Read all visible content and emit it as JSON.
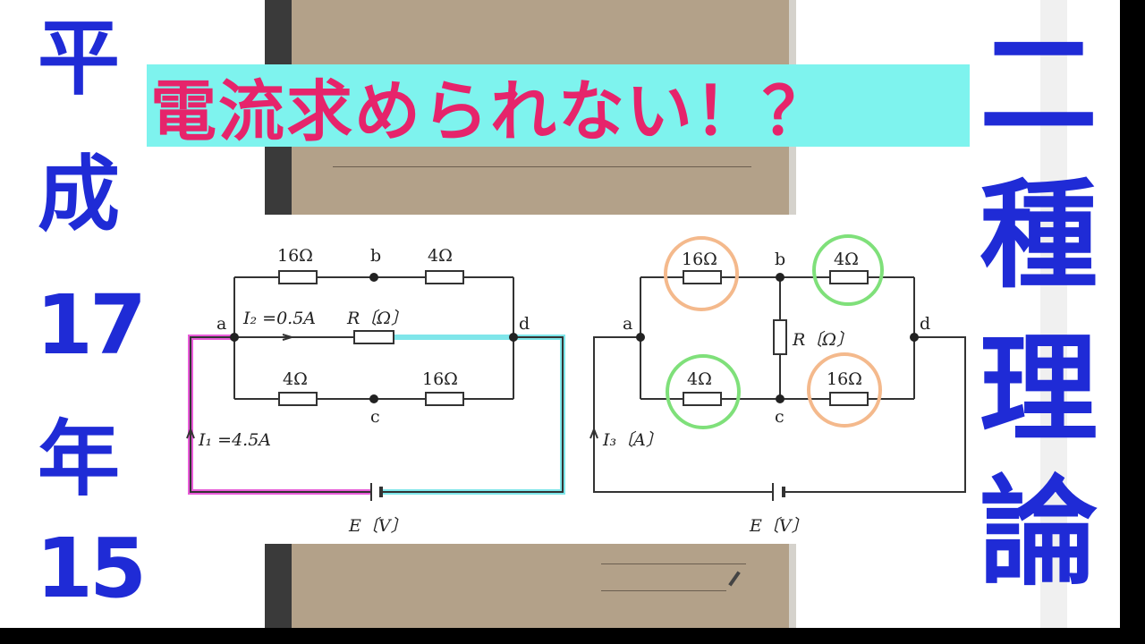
{
  "left_title": [
    "平",
    "成",
    "17",
    "年",
    "15"
  ],
  "right_title": [
    "二",
    "種",
    "理",
    "論"
  ],
  "banner": {
    "text": "電流求められない！？"
  },
  "colors": {
    "title_blue": "#1f2bd6",
    "banner_bg": "#7ef3ee",
    "banner_text": "#e6246b",
    "path_magenta": "#e85bd8",
    "path_cyan": "#7fe6ea",
    "circle_orange": "#f4b98c",
    "circle_green": "#7fe07a"
  },
  "circuit_left": {
    "nodes": {
      "a": "a",
      "b": "b",
      "c": "c",
      "d": "d"
    },
    "resistors": {
      "top_left": "16Ω",
      "top_right": "4Ω",
      "bottom_left": "4Ω",
      "bottom_right": "16Ω"
    },
    "r_label": "R〔Ω〕",
    "i2_label": "I₂ =0.5A",
    "i1_label": "I₁ =4.5A",
    "source_label": "E〔V〕"
  },
  "circuit_right": {
    "nodes": {
      "a": "a",
      "b": "b",
      "c": "c",
      "d": "d"
    },
    "resistors": {
      "top_left": "16Ω",
      "top_right": "4Ω",
      "bottom_left": "4Ω",
      "bottom_right": "16Ω"
    },
    "r_label": "R〔Ω〕",
    "i3_label": "I₃〔A〕",
    "source_label": "E〔V〕"
  }
}
